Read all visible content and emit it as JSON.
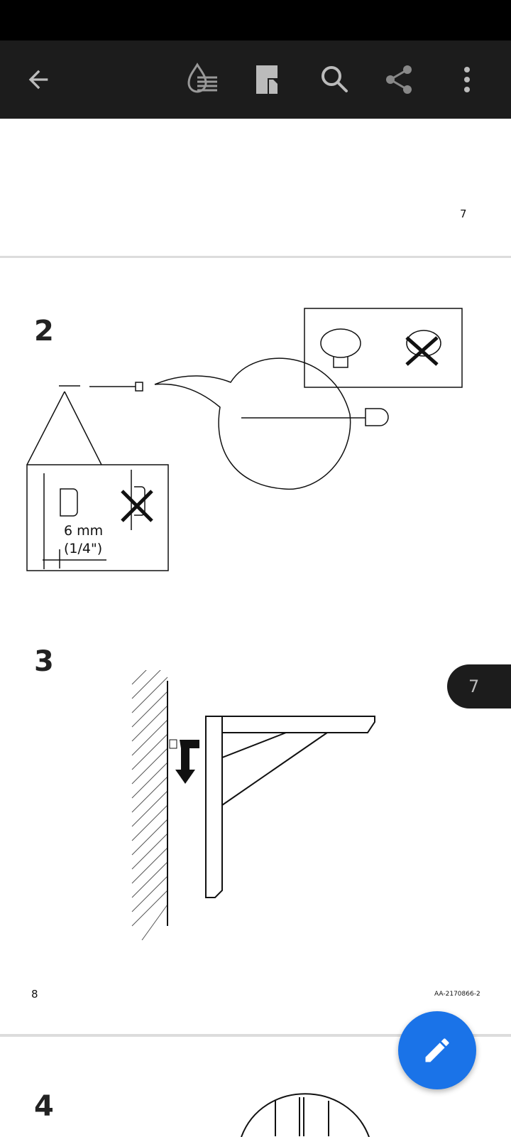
{
  "toolbar": {
    "icons": [
      "back-arrow-icon",
      "reading-mode-icon",
      "document-outline-icon",
      "search-icon",
      "share-icon",
      "more-vert-icon"
    ]
  },
  "pages": [
    {
      "page_number": "7"
    },
    {
      "page_number": "8",
      "doc_code": "AA-2170866-2",
      "steps": [
        "2",
        "3"
      ],
      "measurement_mm": "6 mm",
      "measurement_in": "(1/4\")"
    },
    {
      "step": "4"
    }
  ],
  "page_indicator": "7",
  "fab": {
    "icon": "edit-pencil-icon"
  },
  "colors": {
    "toolbar": "#1c1c1c",
    "fab": "#1a73e8"
  }
}
